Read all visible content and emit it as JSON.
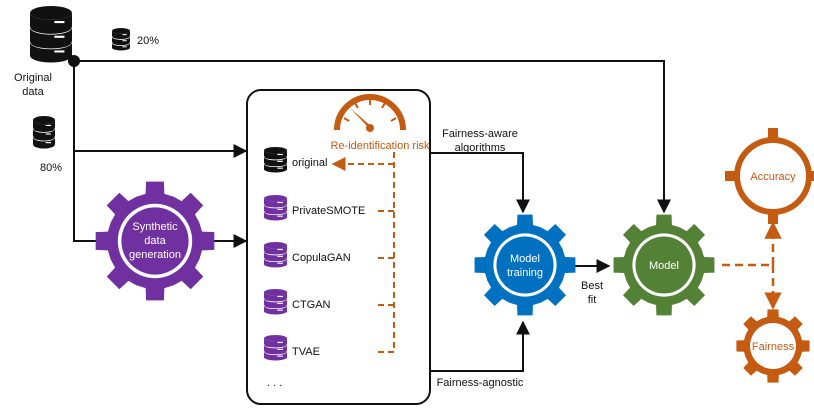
{
  "colors": {
    "black": "#111111",
    "purple": "#7030a0",
    "blue": "#0070c0",
    "green": "#538135",
    "orange": "#c55a11",
    "white": "#ffffff"
  },
  "icons": {
    "database": "database-icon",
    "gear": "gear-icon",
    "gauge": "gauge-icon"
  },
  "inputs": {
    "original_label_line1": "Original",
    "original_label_line2": "data",
    "split_small": "20%",
    "split_large": "80%"
  },
  "synth_gear": {
    "line1": "Synthetic",
    "line2": "data",
    "line3": "generation"
  },
  "datasets": {
    "risk_label": "Re-identification risk",
    "items": [
      "original",
      "PrivateSMOTE",
      "CopulaGAN",
      "CTGAN",
      "TVAE"
    ],
    "more": ". . ."
  },
  "training": {
    "aware_line1": "Fairness-aware",
    "aware_line2": "algorithms",
    "agnostic": "Fairness-agnostic",
    "gear_line1": "Model",
    "gear_line2": "training",
    "best_fit_line1": "Best",
    "best_fit_line2": "fit"
  },
  "model_gear": {
    "label": "Model"
  },
  "metrics": {
    "accuracy": "Accuracy",
    "fairness": "Fairness"
  }
}
